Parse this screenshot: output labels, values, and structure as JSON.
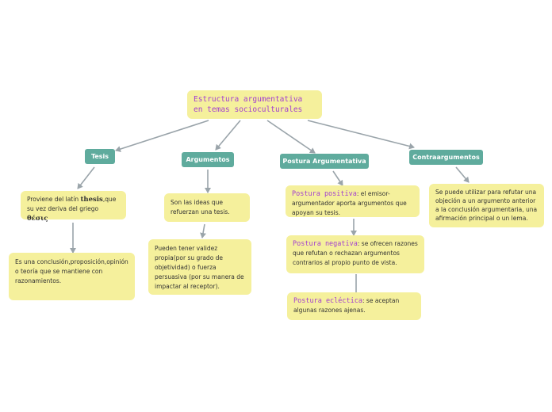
{
  "root": {
    "line1": "Estructura argumentativa",
    "line2": "en temas socioculturales"
  },
  "tesis": {
    "label": "Tesis",
    "node1": {
      "a": "Proviene del latín ",
      "b": "thesis",
      "c": ",que su vez deriva del griego ",
      "d": "θέσις"
    },
    "node2": {
      "text": "Es una conclusión,proposición,opinión o teoría que se mantiene con razonamientos."
    }
  },
  "argumentos": {
    "label": "Argumentos",
    "node1": {
      "text": "Son las ideas que refuerzan una tesis."
    },
    "node2": {
      "text": "Pueden tener validez propia(por su grado de objetividad) o fuerza persuasiva (por su manera de impactar al receptor)."
    }
  },
  "postura": {
    "label": "Postura Argumentativa",
    "positiva": {
      "term": "Postura positiva",
      "text": ": el emisor-argumentador aporta argumentos que apoyan su tesis."
    },
    "negativa": {
      "term": "Postura negativa",
      "text": ": se ofrecen razones que refutan o rechazan argumentos contrarios al propio punto de vista."
    },
    "eclectica": {
      "term": "Postura ecléctica",
      "text": ": se aceptan algunas razones ajenas."
    }
  },
  "contra": {
    "label": "Contraargumentos",
    "node1": {
      "text": "Se puede utilizar para refutar una objeción a un argumento anterior a la conclusión argumentaria, una afirmación principal o un lema."
    }
  },
  "colors": {
    "node": "#f5f09c",
    "label": "#5fab9d",
    "term": "#a23fd0",
    "connector": "#9aa4aa"
  }
}
